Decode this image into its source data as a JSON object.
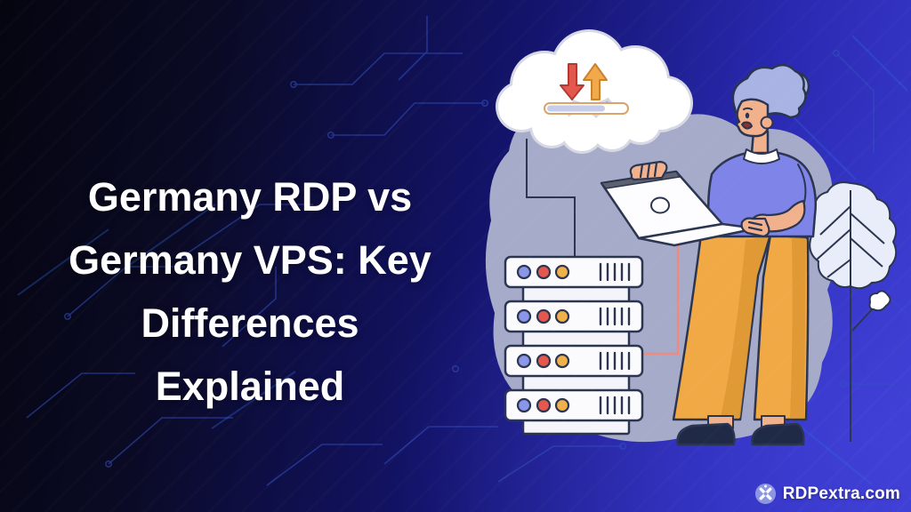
{
  "title": {
    "full": "Germany RDP vs Germany VPS: Key Differences Explained",
    "lines": [
      "Germany RDP vs",
      "Germany VPS: Key",
      "Differences",
      "Explained"
    ]
  },
  "brand": {
    "name": "RDPextra.com"
  },
  "colors": {
    "background_dark": "#050510",
    "background_blue": "#3c3cd0",
    "circuit_line": "#3450c0",
    "title_text": "#ffffff",
    "blob": "#a6abc9",
    "cloud_white": "#ffffff",
    "download_arrow": "#e4574d",
    "upload_arrow": "#f2a94c",
    "progress_fill": "#c6cde9",
    "server_body": "#fbfbfe",
    "server_outline": "#2b3550",
    "server_led_blue": "#8a96e8",
    "server_led_red": "#e4574d",
    "server_led_yellow": "#f0b04a",
    "hair": "#a9b4e4",
    "hair_tie": "#e2544b",
    "skin": "#f2b18d",
    "shirt": "#7e84e8",
    "pants": "#f0a944",
    "shoes": "#1f2a47",
    "tree_fill": "#e9edf9",
    "connector_red": "#ef8a80",
    "logo_circle": "#8d96e0"
  },
  "illustration": {
    "cloud": {
      "icons": [
        "download-arrow-icon",
        "upload-arrow-icon"
      ],
      "progress_percent": 72
    },
    "server_rack": {
      "units": 4,
      "leds_per_unit": 3,
      "vents_per_unit": 5
    },
    "character": "woman-holding-laptop",
    "tree": "outline-leaf-tree"
  }
}
